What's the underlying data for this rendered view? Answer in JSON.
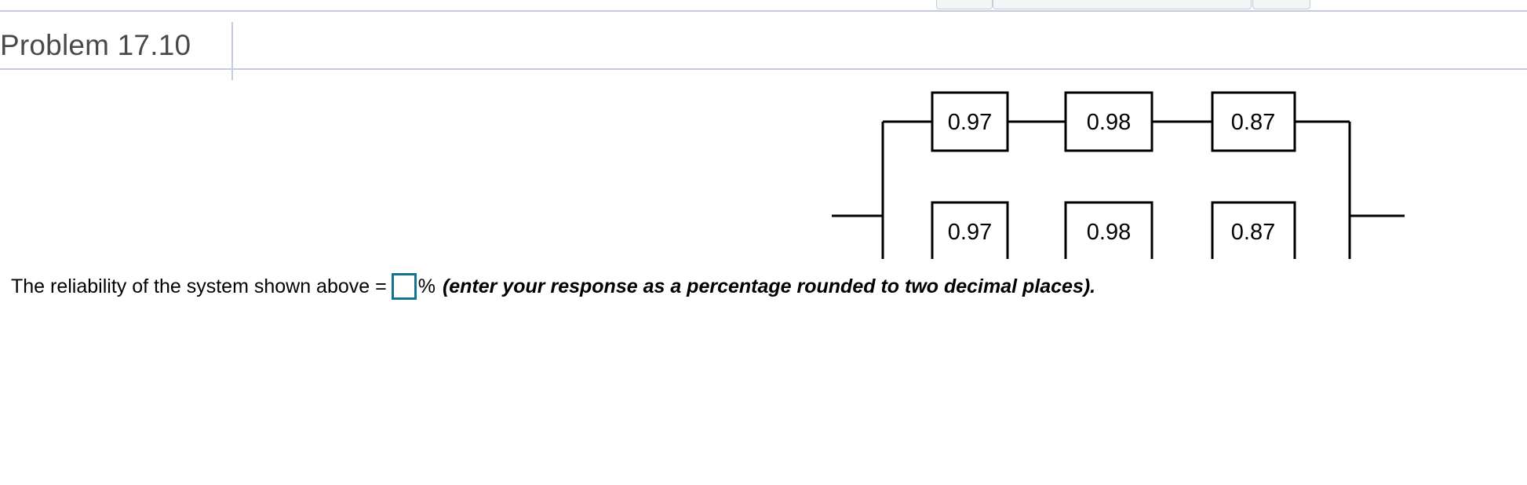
{
  "window": {
    "background_color": "#ffffff",
    "toolbar_strip": {
      "visible_fragment": true,
      "chips": [
        "toolbar-chip-left",
        "toolbar-chip-center",
        "toolbar-chip-right"
      ]
    }
  },
  "header": {
    "title": "Problem 17.10",
    "divider_color": "#c6cade",
    "title_color": "#4a4a4a"
  },
  "diagram": {
    "type": "reliability-block-diagram",
    "description": "Two parallel branches, each containing three components in series",
    "line_color": "#000000",
    "branches": [
      {
        "name": "top-branch",
        "components": [
          {
            "label": "0.97"
          },
          {
            "label": "0.98"
          },
          {
            "label": "0.87"
          }
        ]
      },
      {
        "name": "bottom-branch",
        "components": [
          {
            "label": "0.97"
          },
          {
            "label": "0.98"
          },
          {
            "label": "0.87"
          }
        ]
      }
    ]
  },
  "answer": {
    "prompt": "The reliability of the system shown above =",
    "input_value": "",
    "input_placeholder": "",
    "input_border_color": "#14748f",
    "unit": "%",
    "hint": "(enter your response as a percentage rounded to two decimal places)."
  }
}
